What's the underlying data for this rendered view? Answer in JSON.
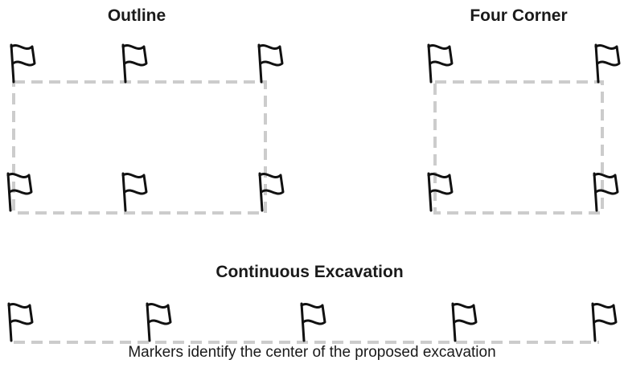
{
  "titles": {
    "outline": "Outline",
    "four_corner": "Four Corner",
    "continuous": "Continuous Excavation"
  },
  "caption": "Markers identify the center of the proposed excavation",
  "colors": {
    "dash_line": "#cccccc",
    "flag_stroke": "#111111",
    "text": "#1a1a1a"
  },
  "icons": {
    "marker": "flag-icon"
  }
}
